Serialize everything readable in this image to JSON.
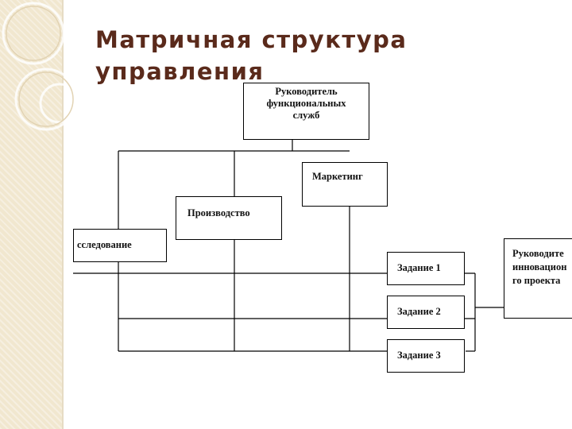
{
  "slide": {
    "title": "Матричная структура\nуправления"
  },
  "diagram": {
    "head": "Руководитель\nфункциональных\nслужб",
    "departments": [
      "Маркетинг",
      "Производство",
      "сследование"
    ],
    "tasks": [
      "Задание 1",
      "Задание 2",
      "Задание 3"
    ],
    "project_manager": "Руководите\nинновацион\nго проекта"
  },
  "colors": {
    "title": "#5a2a1b",
    "sidebar": "#f1e7cf",
    "lines": "#000000"
  }
}
